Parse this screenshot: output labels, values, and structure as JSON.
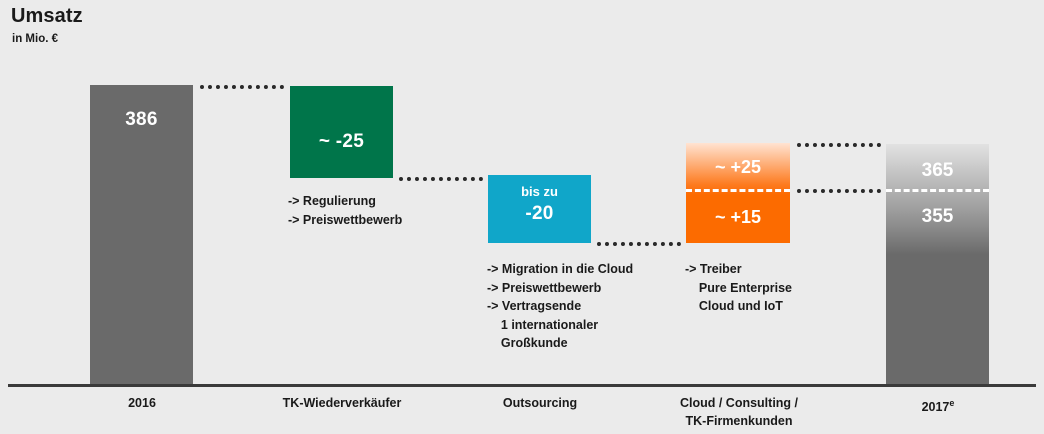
{
  "header": {
    "title": "Umsatz",
    "subtitle": "in Mio. €"
  },
  "chart_data": {
    "type": "bar",
    "title": "Umsatz",
    "subtitle": "in Mio. €",
    "ylabel": "in Mio. €",
    "xlabel": "",
    "grid": false,
    "legend": "none",
    "chart_style": "waterfall",
    "categories": [
      "2016",
      "TK-Wiederverkäufer",
      "Outsourcing",
      "Cloud / Consulting / TK-Firmenkunden",
      "2017e"
    ],
    "values": [
      386,
      -25,
      -20,
      20,
      360
    ],
    "ylim": [
      0,
      400
    ],
    "bars": [
      {
        "category": "2016",
        "kind": "total",
        "value": 386,
        "value_label": "386",
        "sublabel": "",
        "color": "#6a6a6a",
        "gradient": false
      },
      {
        "category": "TK-Wiederverkäufer",
        "kind": "decrease",
        "value": -25,
        "value_label": "~ -25",
        "sublabel": "",
        "color": "#00754a",
        "gradient": false
      },
      {
        "category": "Outsourcing",
        "kind": "decrease",
        "value": -20,
        "value_label": "-20",
        "sublabel": "bis zu",
        "color": "#10a6c9",
        "gradient": false
      },
      {
        "category": "Cloud / Consulting / TK-Firmenkunden",
        "kind": "increase",
        "value_upper": 25,
        "value_lower": 15,
        "value_label_upper": "~ +25",
        "value_label_lower": "~ +15",
        "color": "#fc6b00",
        "gradient": true
      },
      {
        "category": "2017e",
        "kind": "total",
        "value_upper": 365,
        "value_lower": 355,
        "value_label_upper": "365",
        "value_label_lower": "355",
        "color": "#6a6a6a",
        "gradient": true
      }
    ],
    "axis_labels": [
      "2016",
      "TK-Wiederverkäufer",
      "Outsourcing",
      "Cloud / Consulting /\nTK-Firmenkunden",
      "2017"
    ],
    "axis_label_2017_superscript": "e",
    "annotations": [
      {
        "for": "TK-Wiederverkäufer",
        "text": "-> Regulierung\n-> Preiswettbewerb"
      },
      {
        "for": "Outsourcing",
        "text": "-> Migration in die Cloud\n-> Preiswettbewerb\n-> Vertragsende\n    1 internationaler\n    Großkunde"
      },
      {
        "for": "Cloud / Consulting / TK-Firmenkunden",
        "text": "-> Treiber\n    Pure Enterprise\n    Cloud und IoT"
      }
    ],
    "colors": {
      "background": "#ebebeb",
      "gray_bar": "#6a6a6a",
      "green_bar": "#00754a",
      "cyan_bar": "#10a6c9",
      "orange_bar": "#fc6b00",
      "axis": "#3a3a3a",
      "text": "#1a1a1a",
      "bar_text": "#ffffff"
    }
  }
}
